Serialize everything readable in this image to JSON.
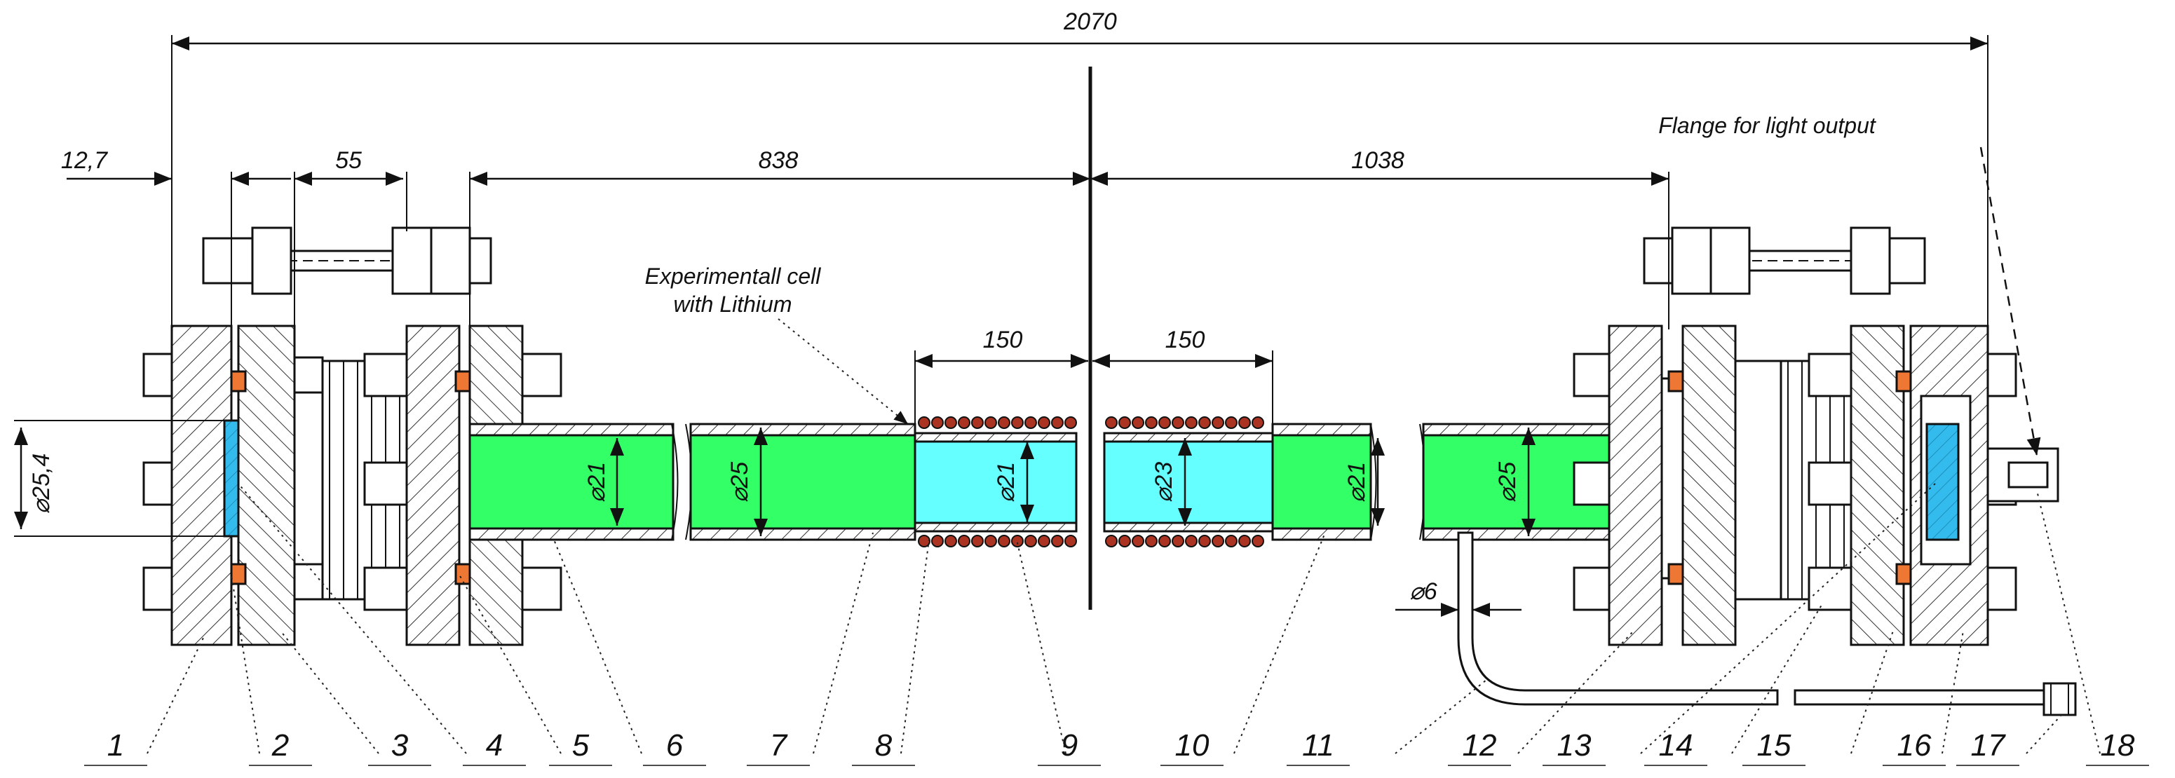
{
  "dimensions": {
    "total_length": "2070",
    "window_thickness": "12,7",
    "bellows_length": "55",
    "left_section": "838",
    "right_section": "1038",
    "cell_left": "150",
    "cell_right": "150",
    "window_diameter": "⌀25,4",
    "tube_left_inner": "⌀21",
    "tube_left_outer": "⌀25",
    "cell_inner_left": "⌀21",
    "cell_inner_right": "⌀23",
    "tube_right_inner": "⌀21",
    "tube_right_outer": "⌀25",
    "inlet_pipe": "⌀6"
  },
  "annotations": {
    "cell_note_line1": "Experimentall cell",
    "cell_note_line2": "with Lithium",
    "flange_note": "Flange for light output"
  },
  "part_numbers": [
    "1",
    "2",
    "3",
    "4",
    "5",
    "6",
    "7",
    "8",
    "9",
    "10",
    "11",
    "12",
    "13",
    "14",
    "15",
    "16",
    "17",
    "18"
  ],
  "colors": {
    "tube_fill": "#33ff66",
    "cell_fill": "#66ffff",
    "window_fill": "#33bbee",
    "seal_fill": "#ee7733",
    "coil_fill": "#aa3322",
    "steel": "#ffffff"
  }
}
